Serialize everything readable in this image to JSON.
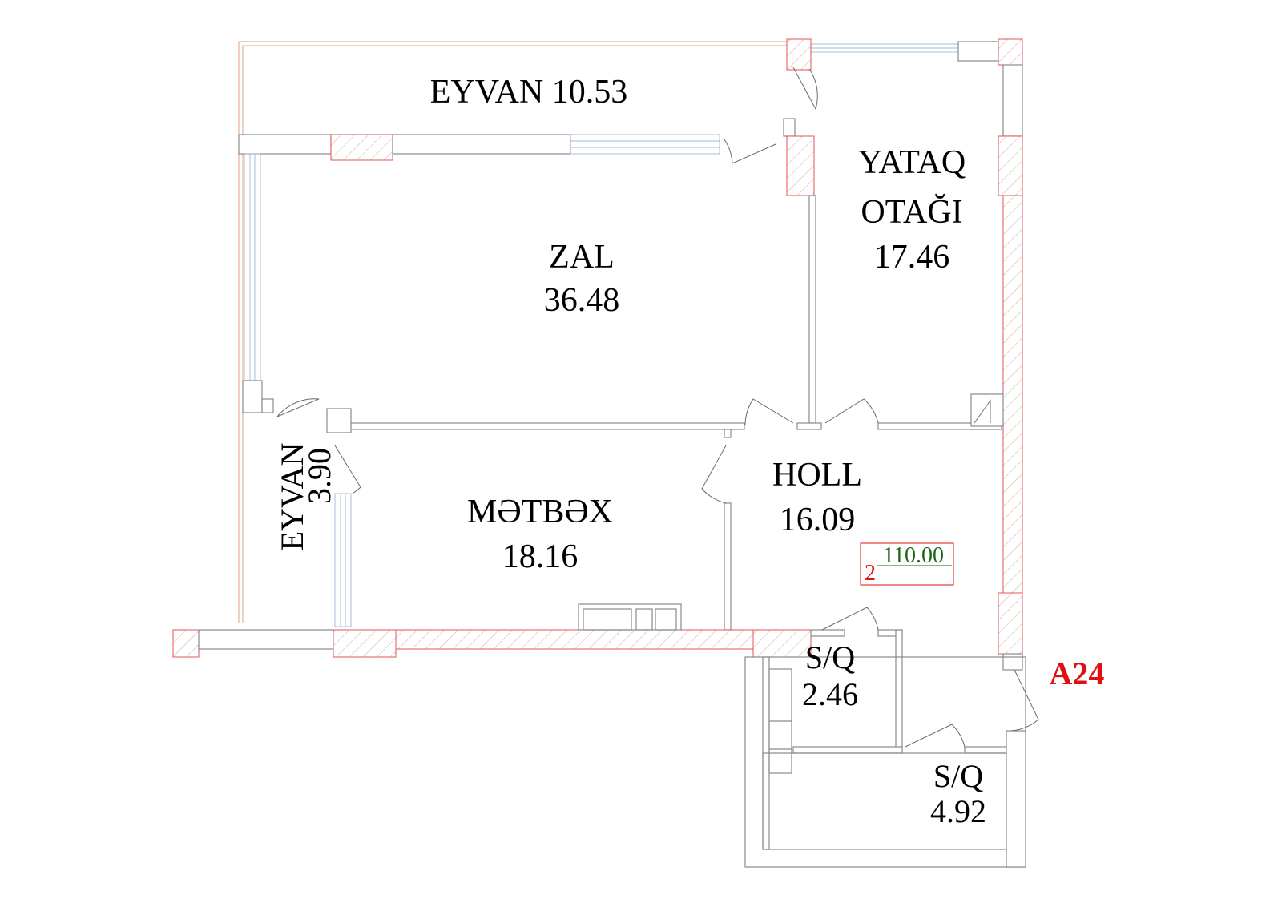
{
  "plan_code": "A24",
  "plan_code_color": "#e01010",
  "rooms": [
    {
      "name": "EYVAN",
      "area": "10.53"
    },
    {
      "name_line1": "YATAQ",
      "name_line2": "OTAĞI",
      "area": "17.46"
    },
    {
      "name": "ZAL",
      "area": "36.48"
    },
    {
      "name": "EYVAN",
      "area": "3.90"
    },
    {
      "name": "MƏTBƏX",
      "area": "18.16"
    },
    {
      "name": "HOLL",
      "area": "16.09"
    },
    {
      "name": "S/Q",
      "area": "2.46"
    },
    {
      "name": "S/Q",
      "area": "4.92"
    }
  ],
  "total_badge": {
    "prefix": "2",
    "prefix_color": "#e01010",
    "value": "110.00",
    "value_color": "#1a6a1a",
    "border_color": "#e01010"
  },
  "colors": {
    "wall_hatch": "#e05555",
    "glazing": "#9fb8d6",
    "wall_line": "#8a8a8a"
  }
}
